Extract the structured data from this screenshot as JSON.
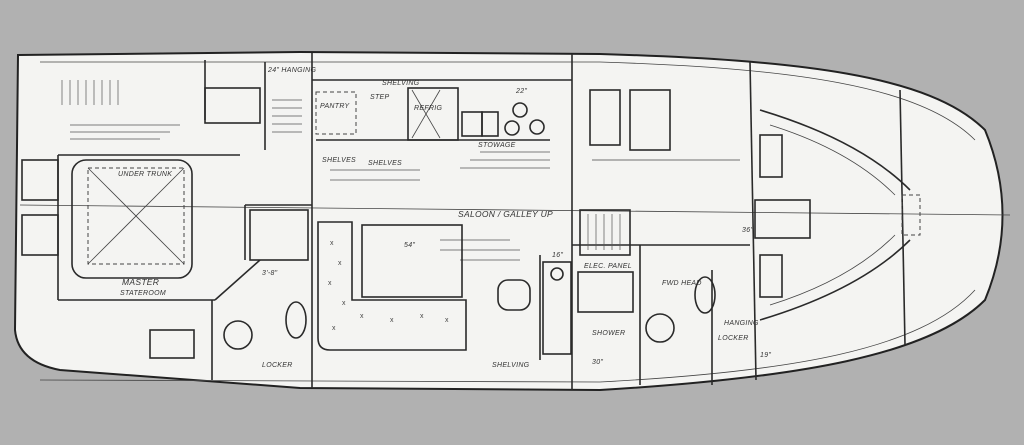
{
  "title": "Boat interior layout floor plan",
  "labels": {
    "hanging_24": "24\" HANGING",
    "shelving_top": "SHELVING",
    "step": "STEP",
    "pantry": "PANTRY",
    "refrig": "REFRIG",
    "dim_22": "22\"",
    "stowage": "STOWAGE",
    "shelves": "SHELVES",
    "shelves2": "SHELVES",
    "saloon": "SALOON / GALLEY UP",
    "dim_54": "54\"",
    "dim_16": "16\"",
    "elec_panel": "ELEC. PANEL",
    "fwd_head": "FWD HEAD",
    "shower": "SHOWER",
    "dim_30": "30\"",
    "shelving_bottom": "SHELVING",
    "master": "MASTER",
    "stateroom": "STATEROOM",
    "under_trunk": "UNDER TRUNK",
    "locker": "LOCKER",
    "dim_38": "3'-8\"",
    "dim_19": "19\"",
    "hanging_fwd": "HANGING",
    "locker_fwd": "LOCKER",
    "dim_36": "36\""
  }
}
